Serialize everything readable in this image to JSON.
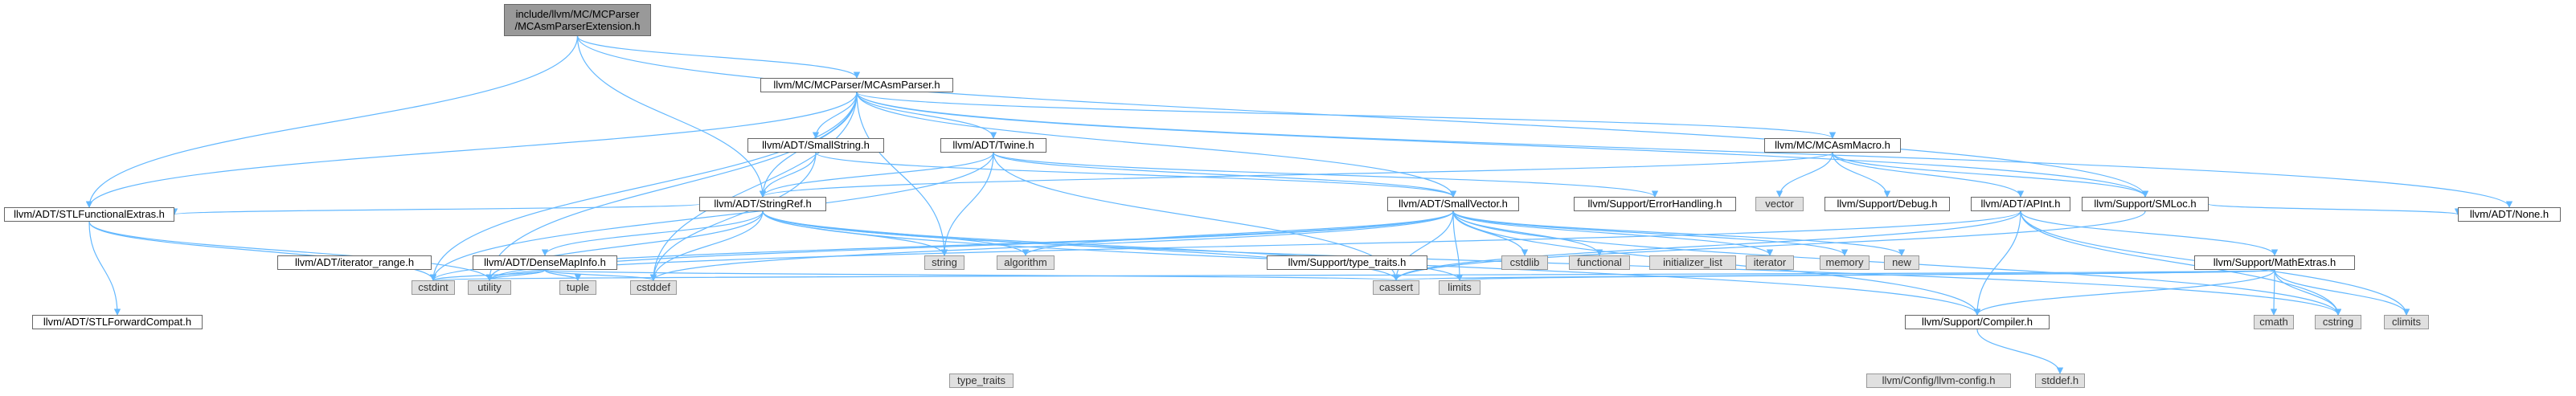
{
  "colors": {
    "edge": "#63b8ff",
    "node_border": "#666666",
    "root_fill": "#999999",
    "external_fill": "#e0e0e0"
  },
  "nodes": {
    "root": {
      "line1": "include/llvm/MC/MCParser",
      "line2": "/MCAsmParserExtension.h"
    },
    "mcasmparser": "llvm/MC/MCParser/MCAsmParser.h",
    "stlfunctionalextras": "llvm/ADT/STLFunctionalExtras.h",
    "stringref": "llvm/ADT/StringRef.h",
    "smloc": "llvm/Support/SMLoc.h",
    "smallstring": "llvm/ADT/SmallString.h",
    "twine": "llvm/ADT/Twine.h",
    "mcasmmacro": "llvm/MC/MCAsmMacro.h",
    "smallvector": "llvm/ADT/SmallVector.h",
    "errorhandling": "llvm/Support/ErrorHandling.h",
    "none": "llvm/ADT/None.h",
    "vector": "vector",
    "debug": "llvm/Support/Debug.h",
    "apint": "llvm/ADT/APInt.h",
    "iterator_range": "llvm/ADT/iterator_range.h",
    "densemapinfo": "llvm/ADT/DenseMapInfo.h",
    "string": "string",
    "algorithm": "algorithm",
    "type_traits_support": "llvm/Support/type_traits.h",
    "cstdlib": "cstdlib",
    "functional": "functional",
    "initializer_list": "initializer_list",
    "iterator": "iterator",
    "memory": "memory",
    "new": "new",
    "mathextras": "llvm/Support/MathExtras.h",
    "stlforwardcompat": "llvm/ADT/STLForwardCompat.h",
    "cstdint": "cstdint",
    "utility": "utility",
    "tuple": "tuple",
    "cstddef": "cstddef",
    "cassert": "cassert",
    "limits": "limits",
    "compiler": "llvm/Support/Compiler.h",
    "cmath": "cmath",
    "cstring": "cstring",
    "climits": "climits",
    "type_traits": "type_traits",
    "llvm_config": "llvm/Config/llvm-config.h",
    "stddef": "stddef.h"
  }
}
